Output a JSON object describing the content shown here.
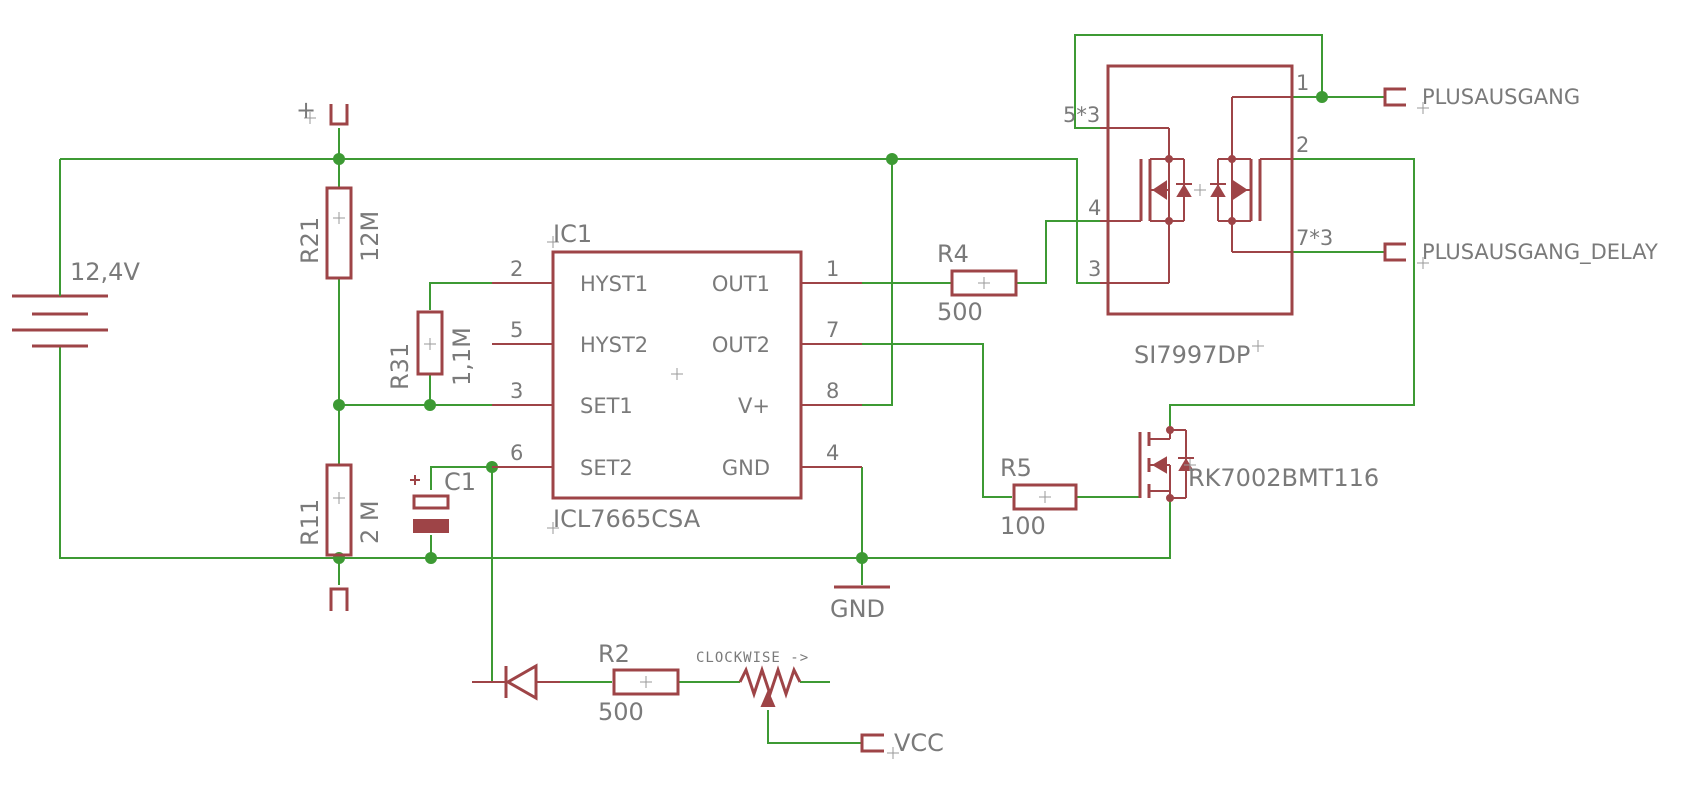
{
  "diagram": {
    "components": {
      "battery": {
        "value": "12,4V"
      },
      "r21": {
        "name": "R21",
        "value": "12M"
      },
      "r31": {
        "name": "R31",
        "value": "1,1M"
      },
      "r11": {
        "name": "R11",
        "value": "2 M"
      },
      "c1": {
        "name": "C1"
      },
      "ic1": {
        "name": "IC1",
        "part": "ICL7665CSA",
        "pins_left": [
          {
            "num": "2",
            "label": "HYST1"
          },
          {
            "num": "5",
            "label": "HYST2"
          },
          {
            "num": "3",
            "label": "SET1"
          },
          {
            "num": "6",
            "label": "SET2"
          }
        ],
        "pins_right": [
          {
            "num": "1",
            "label": "OUT1"
          },
          {
            "num": "7",
            "label": "OUT2"
          },
          {
            "num": "8",
            "label": "V+"
          },
          {
            "num": "4",
            "label": "GND"
          }
        ]
      },
      "r4": {
        "name": "R4",
        "value": "500"
      },
      "r5": {
        "name": "R5",
        "value": "100"
      },
      "r2": {
        "name": "R2",
        "value": "500"
      },
      "si7997": {
        "part": "SI7997DP",
        "pins": {
          "p1": "1",
          "p2": "2",
          "p3": "3",
          "p4": "4",
          "p5": "5*3",
          "p7": "7*3"
        }
      },
      "rk7002": {
        "part": "RK7002BMT116"
      },
      "pot": {
        "label": "CLOCKWISE ->"
      }
    },
    "nets": {
      "plus": "+",
      "gnd": "GND",
      "vcc": "VCC",
      "out_main": "PLUSAUSGANG",
      "out_delay": "PLUSAUSGANG_DELAY"
    },
    "colors": {
      "wire": "#3d9a34",
      "part": "#9e4447",
      "text": "#7a7a7a",
      "background": "#ffffff"
    }
  }
}
